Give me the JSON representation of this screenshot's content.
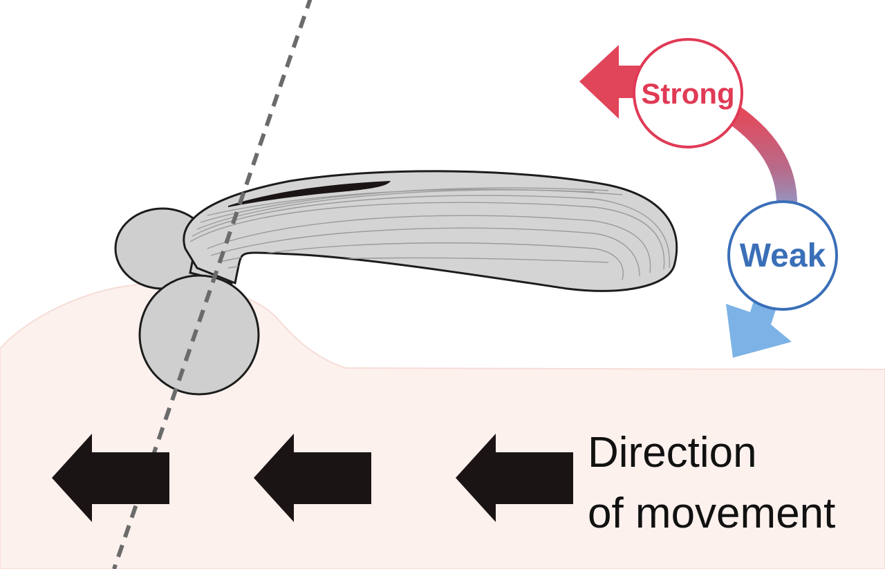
{
  "labels": {
    "strong": "Strong",
    "weak": "Weak",
    "direction_line1": "Direction",
    "direction_line2": "of movement"
  },
  "colors": {
    "strong": "#e03a55",
    "weak": "#3a6fb8",
    "skin": "#fdf1ee",
    "roller_fill": "#d2d2d2",
    "arrow_dark": "#1a1414",
    "axis_dash": "#6b6b6b"
  },
  "icons": {
    "movement_arrow": "left-arrow-icon",
    "pressure_arrow_strong": "left-arrow-icon",
    "pressure_arrow_weak": "down-arrow-icon"
  }
}
